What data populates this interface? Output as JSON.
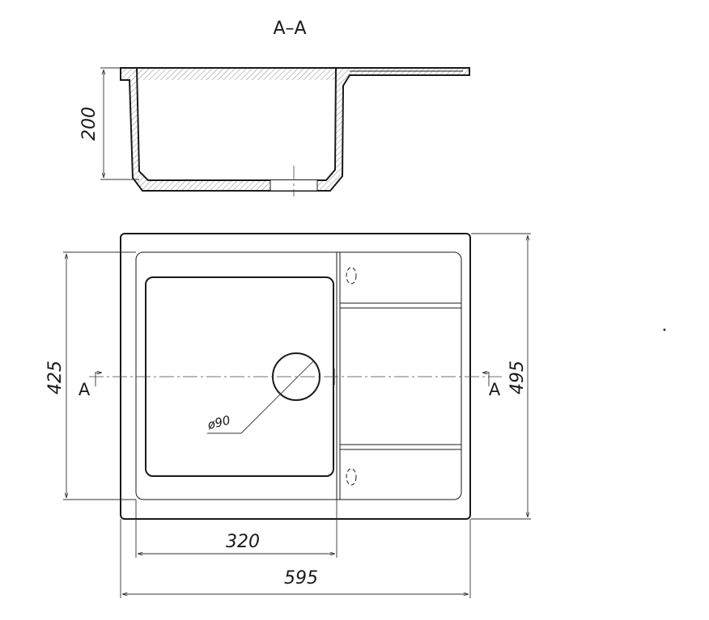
{
  "section": {
    "title": "A–A"
  },
  "dimensions": {
    "depth": "200",
    "bowl_length": "425",
    "overall_length": "495",
    "bowl_width": "320",
    "overall_width": "595",
    "drain_diameter": "ø90"
  },
  "section_marks": {
    "left": "A",
    "right": "A"
  }
}
